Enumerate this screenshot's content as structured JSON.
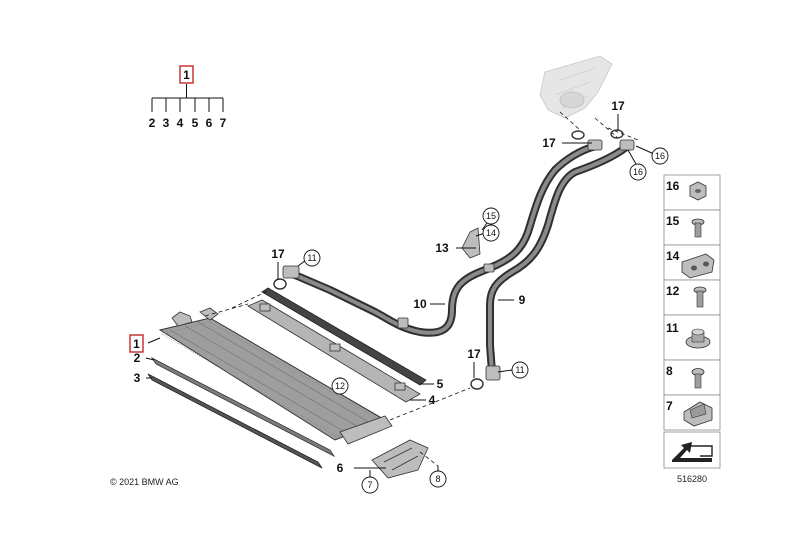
{
  "tree": {
    "root": "1",
    "children": [
      "2",
      "3",
      "4",
      "5",
      "6",
      "7"
    ]
  },
  "callouts": {
    "c16a": "16",
    "c16b": "16",
    "c17a": "17",
    "c17b": "17",
    "c17c": "17",
    "c17d": "17",
    "c15": "15",
    "c14": "14",
    "c13": "13",
    "c11a": "11",
    "c11b": "11",
    "c10": "10",
    "c9": "9",
    "c12": "12",
    "c1": "1",
    "c2": "2",
    "c3": "3",
    "c4": "4",
    "c5": "5",
    "c6": "6",
    "c7": "7",
    "c8": "8"
  },
  "legend": [
    "16",
    "15",
    "14",
    "12",
    "11",
    "8",
    "7"
  ],
  "copyright": "© 2021 BMW AG",
  "diagram_id": "516280",
  "colors": {
    "highlight": "#c62828",
    "line": "#111111",
    "part": "#bdbdbd"
  }
}
